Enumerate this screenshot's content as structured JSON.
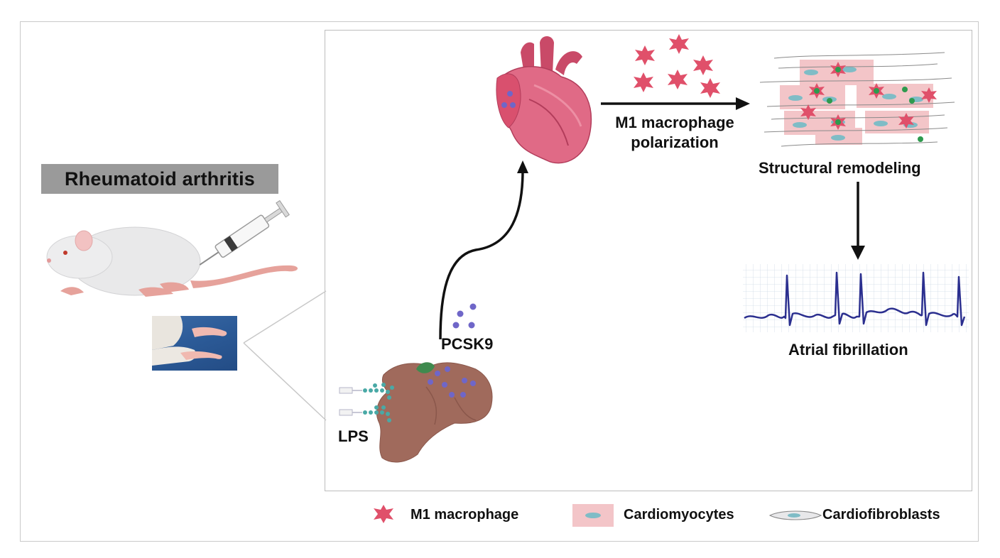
{
  "title": "Rheumatoid arthritis",
  "labels": {
    "pcsk9": "PCSK9",
    "lps": "LPS",
    "m1_polarization_line1": "M1 macrophage",
    "m1_polarization_line2": "polarization",
    "structural_remodeling": "Structural remodeling",
    "atrial_fibrillation": "Atrial fibrillation"
  },
  "legend": [
    {
      "label": "M1 macrophage",
      "icon": "m1-macrophage-icon"
    },
    {
      "label": "Cardiomyocytes",
      "icon": "cardiomyocyte-icon"
    },
    {
      "label": "Cardiofibroblasts",
      "icon": "cardiofibroblast-icon"
    }
  ],
  "colors": {
    "title_box": "#9a9a9a",
    "macrophage": "#e0506a",
    "cardiomyocyte": "#f3c5c8",
    "cardiomyocyte_nucleus": "#7fbcc6",
    "pcsk9_dot": "#6f66c8",
    "lps_dot": "#49a9a6",
    "liver": "#a06a5c",
    "heart": "#d9506e",
    "ecg_line": "#2b2f8f",
    "arrow": "#111111"
  }
}
